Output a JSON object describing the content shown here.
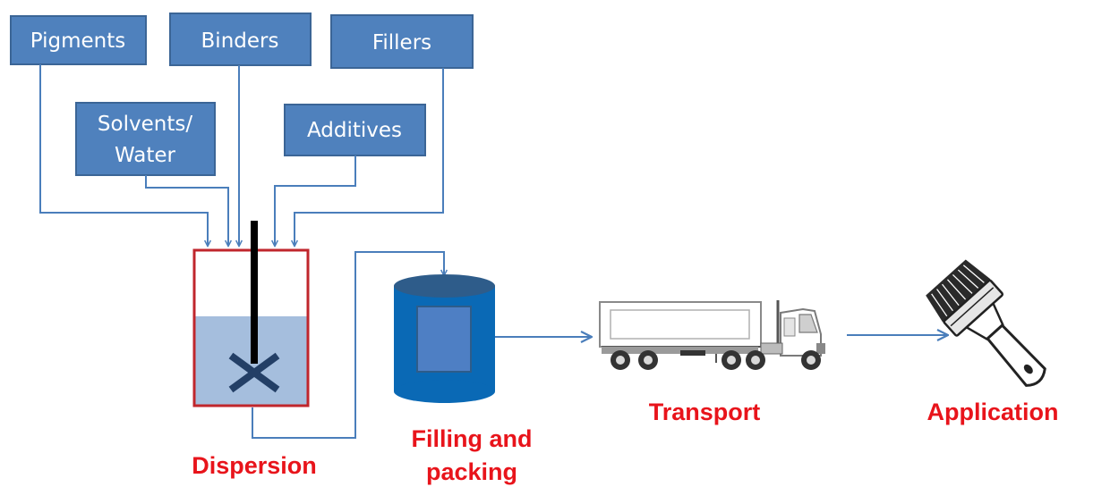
{
  "colors": {
    "box_fill": "#4F81BD",
    "box_border": "#3B6596",
    "arrow": "#4A7EBB",
    "label_red": "#E8141B",
    "tank_border": "#C0262C",
    "liquid": "#A5BEDD",
    "drum_body": "#0A69B5",
    "drum_top": "#2E5C8A"
  },
  "inputs": {
    "pigments": "Pigments",
    "binders": "Binders",
    "fillers": "Fillers",
    "solvents_line1": "Solvents/",
    "solvents_line2": "Water",
    "additives": "Additives"
  },
  "stages": {
    "dispersion": "Dispersion",
    "filling_line1": "Filling and",
    "filling_line2": "packing",
    "transport": "Transport",
    "application": "Application"
  },
  "icons": {
    "tank": "mixing-tank-icon",
    "drum": "paint-drum-icon",
    "truck": "truck-icon",
    "brush": "paint-brush-icon"
  }
}
